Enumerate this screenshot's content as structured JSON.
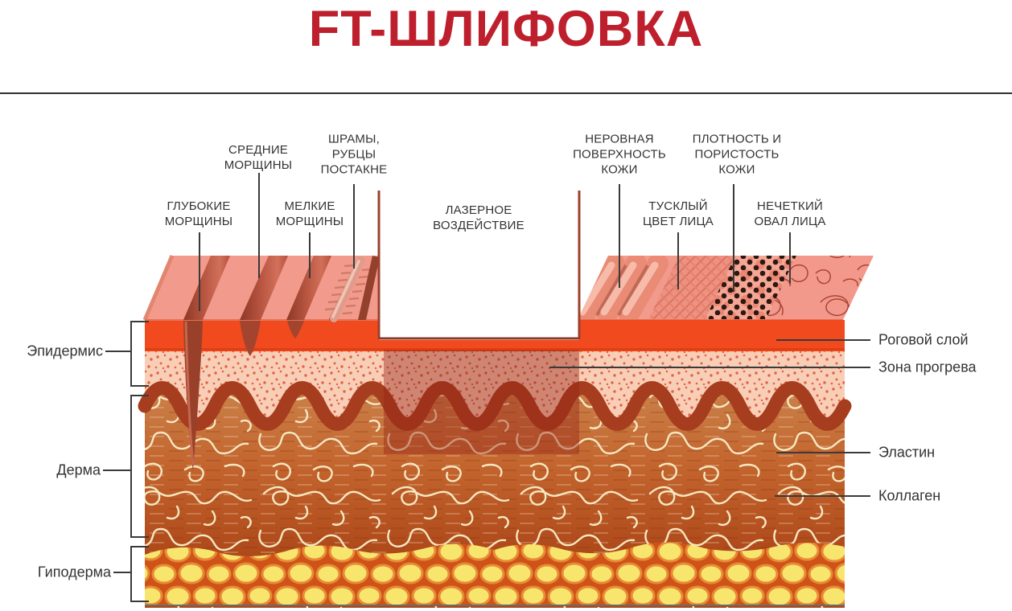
{
  "title": {
    "text": "FT-ШЛИФОВКА"
  },
  "callouts": {
    "srednie": "СРЕДНИЕ\nМОРЩИНЫ",
    "shramy": "ШРАМЫ,\nРУБЦЫ\nПОСТАКНЕ",
    "nerovnaya": "НЕРОВНАЯ\nПОВЕРХНОСТЬ\nКОЖИ",
    "plotnost": "ПЛОТНОСТЬ И\nПОРИСТОСТЬ\nКОЖИ",
    "glubokie": "ГЛУБОКИЕ\nМОРЩИНЫ",
    "melkie": "МЕЛКИЕ\nМОРЩИНЫ",
    "lazer": "ЛАЗЕРНОЕ\nВОЗДЕЙСТВИЕ",
    "tusklyj": "ТУСКЛЫЙ\nЦВЕТ ЛИЦА",
    "nechetkij": "НЕЧЕТКИЙ\nОВАЛ ЛИЦА"
  },
  "layers": {
    "epidermis": "Эпидермис",
    "derma": "Дерма",
    "gipoderma": "Гиподерма"
  },
  "structures": {
    "rogovoj": "Роговой слой",
    "zona": "Зона прогрева",
    "elastin": "Эластин",
    "kollagen": "Коллаген"
  },
  "colors": {
    "title": "#BE1F2D",
    "label_text": "#333333",
    "leader_line": "#3A3A3A",
    "laser_line": "#9C402C",
    "skin_surface": "#F29A8C",
    "stratum_corneum": "#F04A1E",
    "epidermis_fill": "#F9CEB6",
    "junction": "#A63D1E",
    "dermis_top": "#CA7F48",
    "dermis_bottom": "#AC4618",
    "collagen_fiber": "#F6E8C2",
    "fat_cell": "#F8E56E",
    "fat_bg": "#CF5318",
    "heat_overlay": "rgba(148,36,24,0.42)"
  }
}
